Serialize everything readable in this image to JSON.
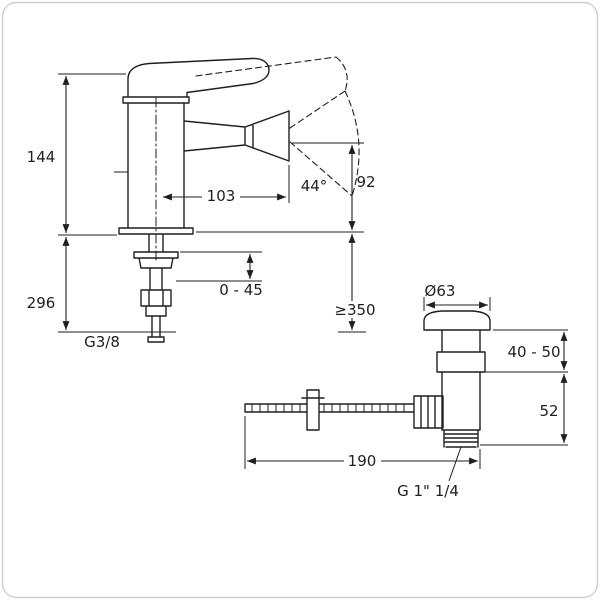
{
  "diagram": {
    "colors": {
      "line": "#1f1f1f",
      "background": "#ffffff",
      "frame": "#cfcfcf"
    },
    "labels": {
      "total_height": "144",
      "hose_length": "296",
      "spout_reach": "103",
      "spray_angle": "44°",
      "spout_height": "92",
      "deck_range": "0 - 45",
      "min_clearance": "≥350",
      "supply_thread": "G3/8",
      "flange_diameter": "Ø63",
      "plug_travel": "40 - 50",
      "body_height": "52",
      "rod_length": "190",
      "waste_thread": "G 1\" 1/4"
    }
  }
}
